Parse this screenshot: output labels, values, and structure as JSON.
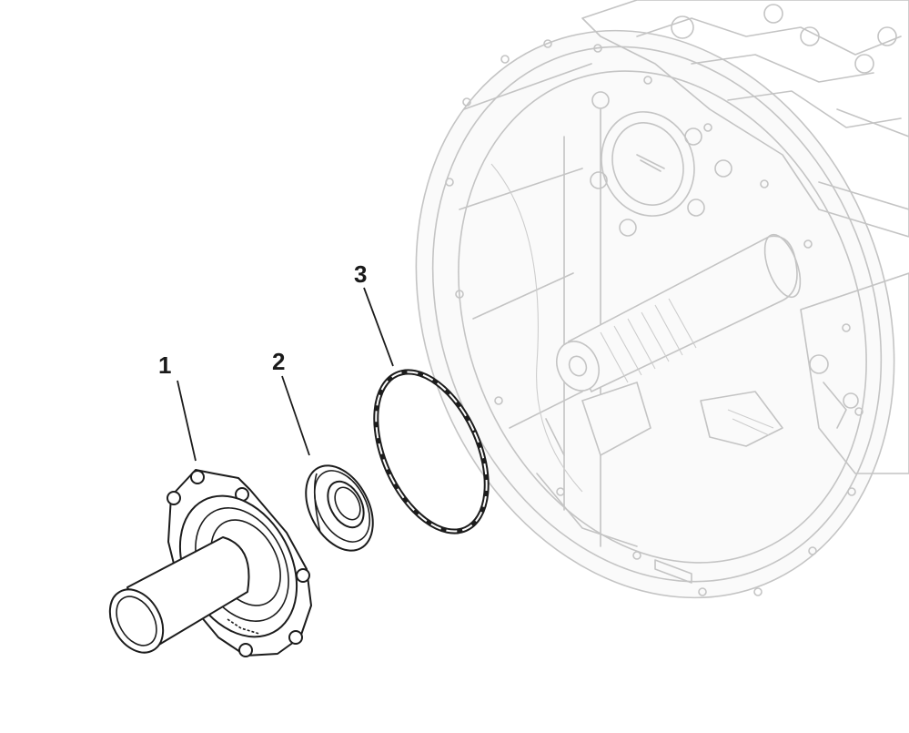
{
  "callouts": [
    {
      "id": "1",
      "label": "1"
    },
    {
      "id": "2",
      "label": "2"
    },
    {
      "id": "3",
      "label": "3"
    }
  ],
  "colors": {
    "part_stroke": "#1c1c1c",
    "background_housing": "#c4c4c4",
    "background": "#ffffff"
  }
}
